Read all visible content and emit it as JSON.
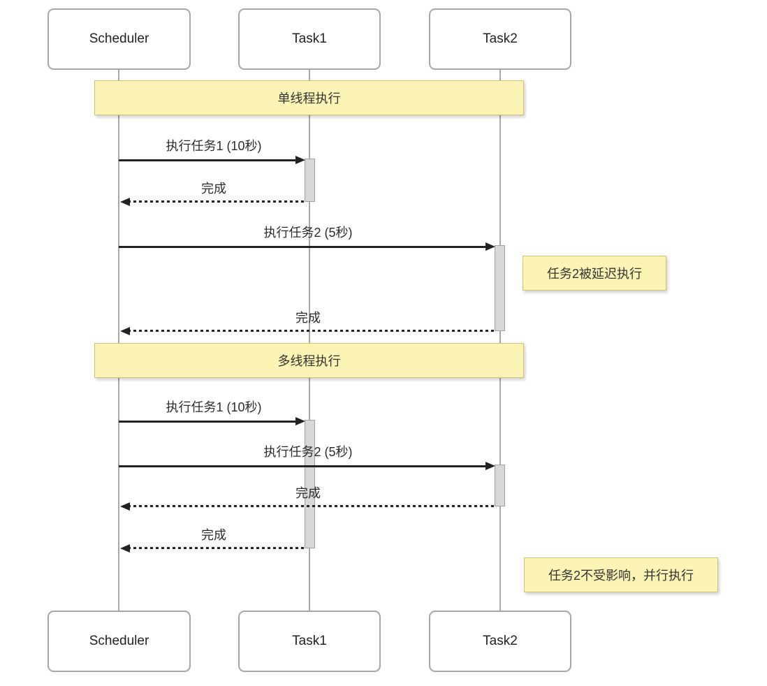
{
  "participants": [
    {
      "id": "scheduler",
      "label": "Scheduler"
    },
    {
      "id": "task1",
      "label": "Task1"
    },
    {
      "id": "task2",
      "label": "Task2"
    }
  ],
  "sections": [
    {
      "banner": "单线程执行",
      "messages": [
        {
          "label": "执行任务1 (10秒)",
          "type": "solid",
          "from": "Scheduler",
          "to": "Task1"
        },
        {
          "label": "完成",
          "type": "dashed",
          "from": "Task1",
          "to": "Scheduler"
        },
        {
          "label": "执行任务2 (5秒)",
          "type": "solid",
          "from": "Scheduler",
          "to": "Task2"
        },
        {
          "label": "完成",
          "type": "dashed",
          "from": "Task2",
          "to": "Scheduler"
        }
      ],
      "note": "任务2被延迟执行"
    },
    {
      "banner": "多线程执行",
      "messages": [
        {
          "label": "执行任务1 (10秒)",
          "type": "solid",
          "from": "Scheduler",
          "to": "Task1"
        },
        {
          "label": "执行任务2 (5秒)",
          "type": "solid",
          "from": "Scheduler",
          "to": "Task2"
        },
        {
          "label": "完成",
          "type": "dashed",
          "from": "Task2",
          "to": "Scheduler"
        },
        {
          "label": "完成",
          "type": "dashed",
          "from": "Task1",
          "to": "Scheduler"
        }
      ],
      "note": "任务2不受影响，并行执行"
    }
  ],
  "colors": {
    "note_fill": "#FBF4B4",
    "note_border": "#CFC36F",
    "activation_fill": "#D8D8D8",
    "activation_border": "#A0A0A0",
    "lifeline": "#A8A8A8",
    "arrow": "#222222",
    "box_border": "#A6A6A6",
    "box_fill": "#FFFFFF",
    "text": "#333333"
  }
}
